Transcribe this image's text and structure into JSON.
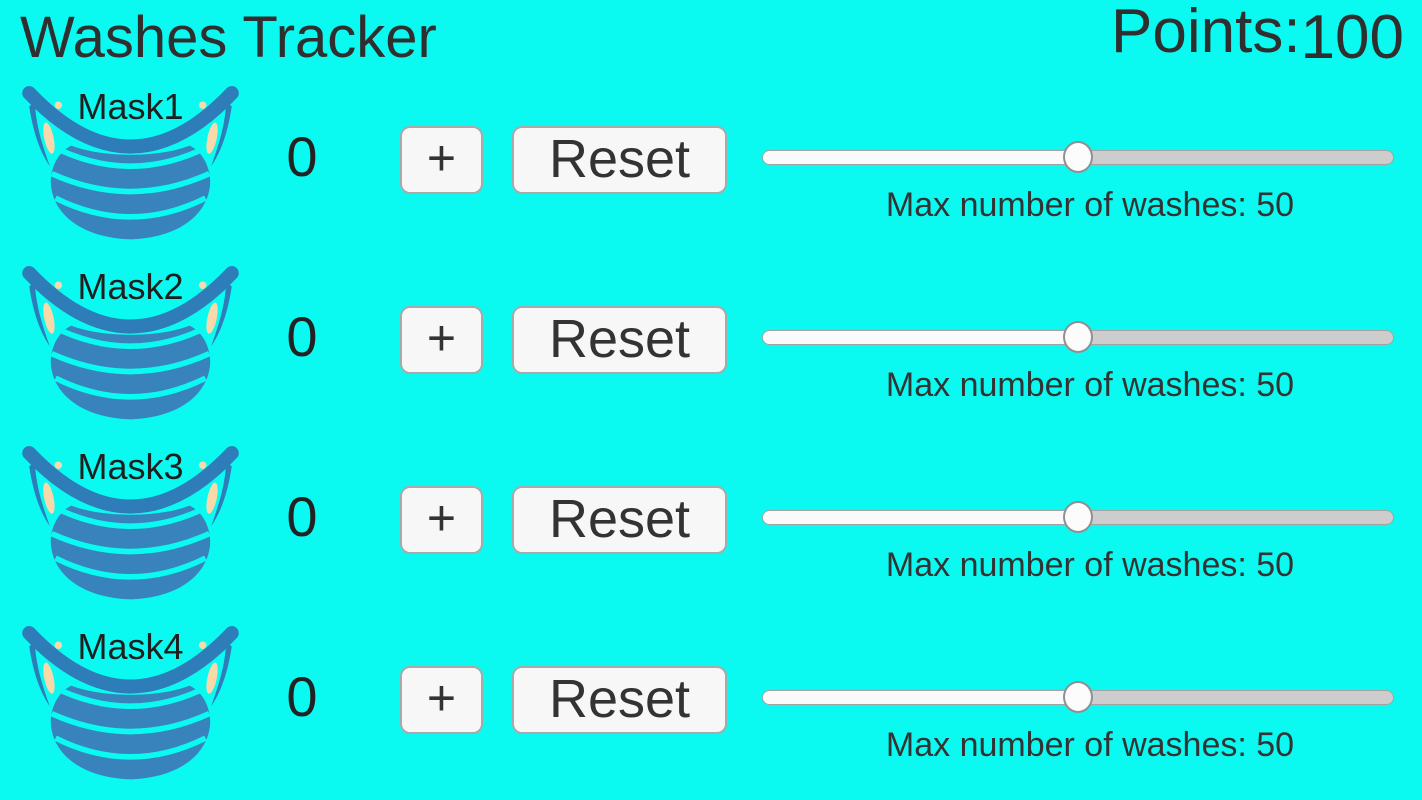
{
  "header": {
    "title": "Washes Tracker",
    "points_label": "Points:",
    "points_value": "100"
  },
  "colors": {
    "background": "#0AFAF2",
    "mask_body": "#3983BC",
    "mask_band": "#2E7CB8",
    "mask_ear_skin": "#F9D9A9",
    "button_background": "#F7F7F7",
    "button_border": "#A9A9A9",
    "slider_filled": "#FAFAFA",
    "slider_track": "#CDCDCD",
    "text": "#2F2F2F"
  },
  "masks": [
    {
      "label": "Mask1",
      "count": "0",
      "plus_label": "+",
      "reset_label": "Reset",
      "max_washes_text": "Max number of washes: 50",
      "slider_percent": 50
    },
    {
      "label": "Mask2",
      "count": "0",
      "plus_label": "+",
      "reset_label": "Reset",
      "max_washes_text": "Max number of washes: 50",
      "slider_percent": 50
    },
    {
      "label": "Mask3",
      "count": "0",
      "plus_label": "+",
      "reset_label": "Reset",
      "max_washes_text": "Max number of washes: 50",
      "slider_percent": 50
    },
    {
      "label": "Mask4",
      "count": "0",
      "plus_label": "+",
      "reset_label": "Reset",
      "max_washes_text": "Max number of washes: 50",
      "slider_percent": 50
    }
  ]
}
